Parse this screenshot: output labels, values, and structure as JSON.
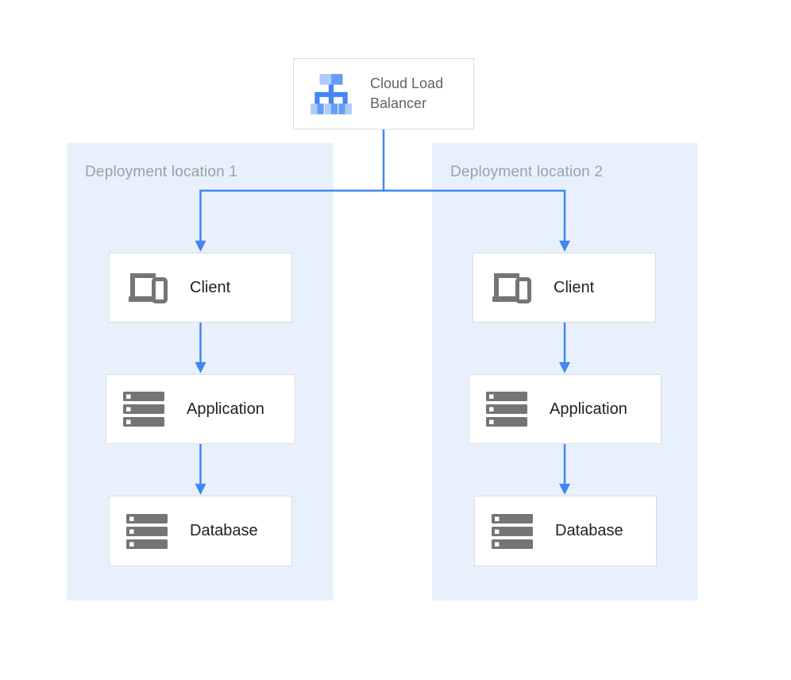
{
  "diagram": {
    "load_balancer": {
      "label": "Cloud Load Balancer",
      "icon": "cloud-load-balancer-icon"
    },
    "regions": [
      {
        "title": "Deployment location 1",
        "nodes": [
          {
            "label": "Client",
            "icon": "devices-icon"
          },
          {
            "label": "Application",
            "icon": "server-stack-icon"
          },
          {
            "label": "Database",
            "icon": "server-stack-icon"
          }
        ]
      },
      {
        "title": "Deployment location 2",
        "nodes": [
          {
            "label": "Client",
            "icon": "devices-icon"
          },
          {
            "label": "Application",
            "icon": "server-stack-icon"
          },
          {
            "label": "Database",
            "icon": "server-stack-icon"
          }
        ]
      }
    ],
    "colors": {
      "region_background": "#e8f1fb",
      "arrow": "#4285f4",
      "box_background": "#ffffff",
      "box_border": "#d9dce1",
      "node_label_text": "#212121",
      "region_title_text": "#9aa0a6",
      "load_balancer_label_text": "#5f6368",
      "icon_gray": "#757575",
      "lb_icon_light_blue": "#aecbfa",
      "lb_icon_mid_blue": "#669df6",
      "lb_icon_dark_blue": "#4285f4"
    }
  }
}
